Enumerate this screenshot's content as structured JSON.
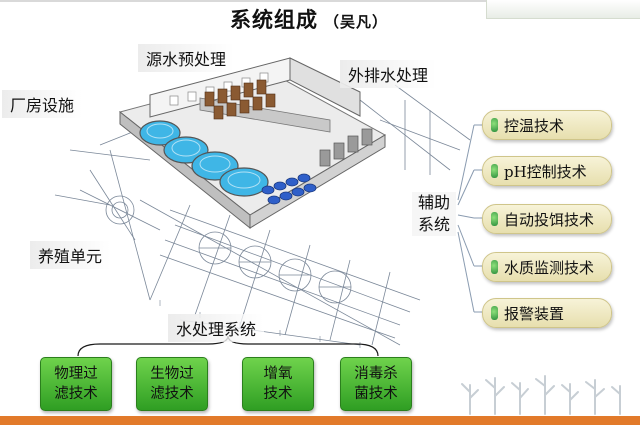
{
  "title": {
    "main": "系统组成",
    "author": "（吴凡）"
  },
  "labels": {
    "source_water": "源水预处理",
    "drainage": "外排水处理",
    "plant": "厂房设施",
    "breeding": "养殖单元",
    "water_treatment": "水处理系统",
    "auxiliary": "辅助系统"
  },
  "aux_items": [
    "控温技术",
    "pH控制技术",
    "自动投饵技术",
    "水质监测技术",
    "报警装置"
  ],
  "treatment_items": [
    "物理过滤技术",
    "生物过滤技术",
    "增氧技术",
    "消毒杀菌技术"
  ],
  "colors": {
    "accent_bar": "#e27a2a",
    "pill_fill": "#ede5b8",
    "green_box": "#4cbd34",
    "tank_water": "#3fb6e6"
  }
}
